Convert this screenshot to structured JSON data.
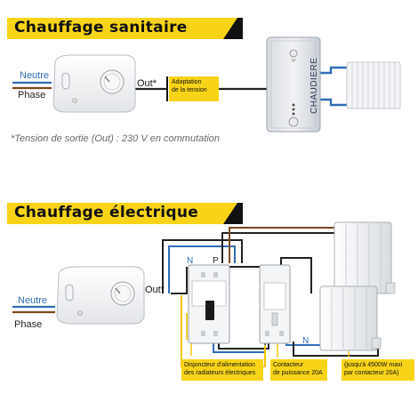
{
  "sections": {
    "sanitary": {
      "title": "Chauffage sanitaire"
    },
    "electric": {
      "title": "Chauffage électrique"
    }
  },
  "labels": {
    "neutre": "Neutre",
    "phase": "Phase",
    "out_top": "Out*",
    "out_bottom": "Out*",
    "adaptation_line1": "Adaptation",
    "adaptation_line2": "de la tension",
    "chaudiere": "CHAUDIERE",
    "terminal_n_top": "N",
    "terminal_p_top": "P",
    "terminal_n_bottom": "N"
  },
  "note": "*Tension de sortie (Out) : 230 V en commutation",
  "annotations": {
    "breaker_line1": "Disjoncteur d'alimentation",
    "breaker_line2": "des radiateurs électriques",
    "contactor_line1": "Contacteur",
    "contactor_line2": "de puissance 20A",
    "max_line1": "(jusqu'à 4500W maxi",
    "max_line2": "par contacteur 20A)"
  },
  "colors": {
    "banner": "#f7d417",
    "neutral_wire": "#2f6db5",
    "phase_wire": "#222222",
    "yellow_wire": "#f2c300",
    "brown_wire": "#7a4a1f"
  }
}
